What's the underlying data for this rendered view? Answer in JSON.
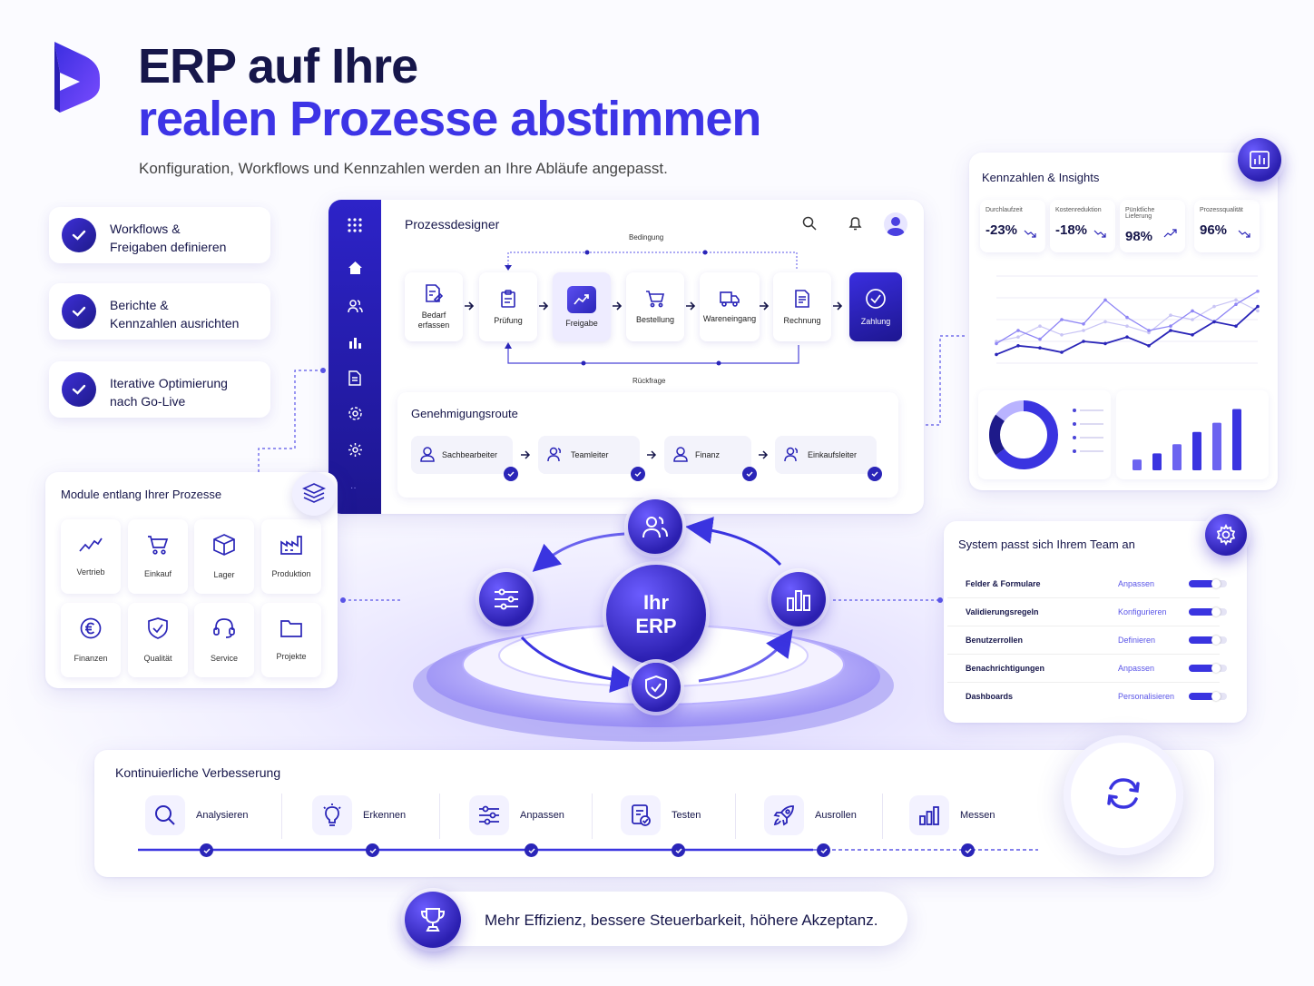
{
  "header": {
    "title_line1": "ERP auf Ihre",
    "title_line2": "realen Prozesse abstimmen",
    "subtitle": "Konfiguration, Workflows und Kennzahlen werden an Ihre Abläufe angepasst."
  },
  "benefits": [
    {
      "line1": "Workflows &",
      "line2": "Freigaben definieren"
    },
    {
      "line1": "Berichte &",
      "line2": "Kennzahlen ausrichten"
    },
    {
      "line1": "Iterative Optimierung",
      "line2": "nach Go-Live"
    }
  ],
  "designer": {
    "title": "Prozessdesigner",
    "condition_label": "Bedingung",
    "return_label": "Rückfrage",
    "steps": [
      {
        "label": "Bedarf erfassen",
        "icon": "edit-document-icon"
      },
      {
        "label": "Prüfung",
        "icon": "clipboard-icon"
      },
      {
        "label": "Freigabe",
        "icon": "trend-icon"
      },
      {
        "label": "Bestellung",
        "icon": "cart-icon"
      },
      {
        "label": "Wareneingang",
        "icon": "truck-icon"
      },
      {
        "label": "Rechnung",
        "icon": "invoice-icon"
      },
      {
        "label": "Zahlung",
        "icon": "check-circle-icon"
      }
    ],
    "route_title": "Genehmigungsroute",
    "route": [
      "Sachbearbeiter",
      "Teamleiter",
      "Finanz",
      "Einkaufsleiter"
    ]
  },
  "insights": {
    "title": "Kennzahlen & Insights",
    "kpis": [
      {
        "label": "Durchlaufzeit",
        "value": "-23%"
      },
      {
        "label": "Kostenreduktion",
        "value": "-18%"
      },
      {
        "label": "Pünktliche Lieferung",
        "value": "98%"
      },
      {
        "label": "Prozessqualität",
        "value": "96%"
      }
    ],
    "line_series_a": [
      18,
      30,
      22,
      40,
      36,
      58,
      42,
      30,
      34,
      48,
      38,
      54,
      66
    ],
    "line_series_b": [
      8,
      16,
      14,
      10,
      20,
      18,
      24,
      16,
      30,
      26,
      38,
      34,
      52
    ],
    "line_series_c": [
      20,
      24,
      34,
      26,
      30,
      38,
      34,
      28,
      44,
      40,
      52,
      58,
      48
    ],
    "bars": [
      14,
      22,
      34,
      50,
      62,
      80
    ],
    "donut": [
      0.65,
      0.2,
      0.15
    ]
  },
  "modules": {
    "title": "Module entlang Ihrer Prozesse",
    "items": [
      {
        "label": "Vertrieb",
        "icon": "trend-icon"
      },
      {
        "label": "Einkauf",
        "icon": "cart-icon"
      },
      {
        "label": "Lager",
        "icon": "box-icon"
      },
      {
        "label": "Produktion",
        "icon": "factory-icon"
      },
      {
        "label": "Finanzen",
        "icon": "euro-icon"
      },
      {
        "label": "Qualität",
        "icon": "shield-check-icon"
      },
      {
        "label": "Service",
        "icon": "headset-icon"
      },
      {
        "label": "Projekte",
        "icon": "folder-icon"
      }
    ]
  },
  "erp": {
    "line1": "Ihr",
    "line2": "ERP"
  },
  "team": {
    "title": "System passt sich Ihrem Team an",
    "rows": [
      {
        "name": "Felder & Formulare",
        "action": "Anpassen"
      },
      {
        "name": "Validierungsregeln",
        "action": "Konfigurieren"
      },
      {
        "name": "Benutzerrollen",
        "action": "Definieren"
      },
      {
        "name": "Benachrichtigungen",
        "action": "Anpassen"
      },
      {
        "name": "Dashboards",
        "action": "Personalisieren"
      }
    ]
  },
  "improve": {
    "title": "Kontinuierliche Verbesserung",
    "steps": [
      "Analysieren",
      "Erkennen",
      "Anpassen",
      "Testen",
      "Ausrollen",
      "Messen"
    ]
  },
  "banner": {
    "text": "Mehr Effizienz, bessere Steuerbarkeit, höhere Akzeptanz."
  },
  "colors": {
    "primary": "#3a34e0",
    "navy": "#16164a",
    "accent_dark": "#2a25b8"
  }
}
